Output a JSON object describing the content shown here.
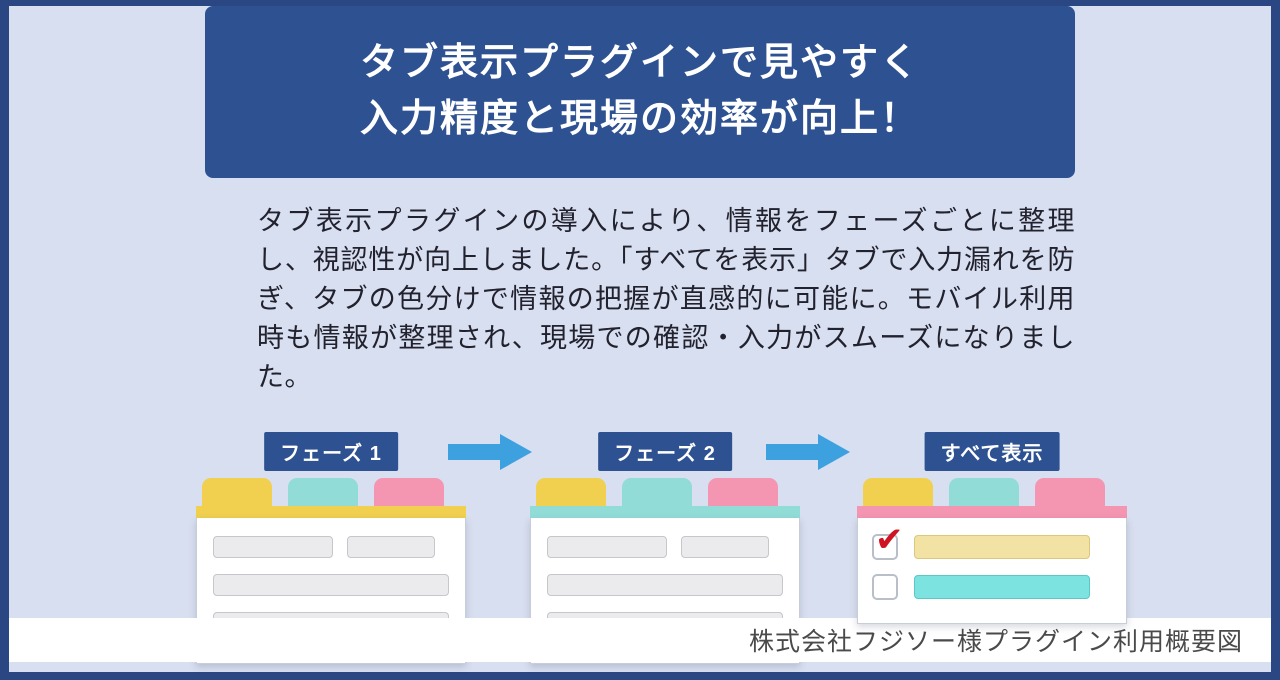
{
  "banner": {
    "line1": "タブ表示プラグインで見やすく",
    "line2": "入力精度と現場の効率が向上！"
  },
  "description": "タブ表示プラグインの導入により、情報をフェーズごとに整理し、視認性が向上しました。「すべてを表示」タブで入力漏れを防ぎ、タブの色分けで情報の把握が直感的に可能に。モバイル利用時も情報が整理され、現場での確認・入力がスムーズになりました。",
  "flow": {
    "steps": [
      {
        "label": "フェーズ 1"
      },
      {
        "label": "フェーズ 2"
      },
      {
        "label": "すべて表示"
      }
    ]
  },
  "footer": {
    "caption": "株式会社フジソー様プラグイン利用概要図"
  },
  "colors": {
    "frame": "#2a4783",
    "background": "#d8dff0",
    "banner": "#2e5192",
    "arrow": "#3da0df",
    "tab_yellow": "#f0d04e",
    "tab_teal": "#92dcd8",
    "tab_pink": "#f495b2",
    "check_red": "#cf1322",
    "field_yellow": "#f2e3a4",
    "field_teal": "#7ce3e1",
    "field_gray": "#ebebed"
  }
}
